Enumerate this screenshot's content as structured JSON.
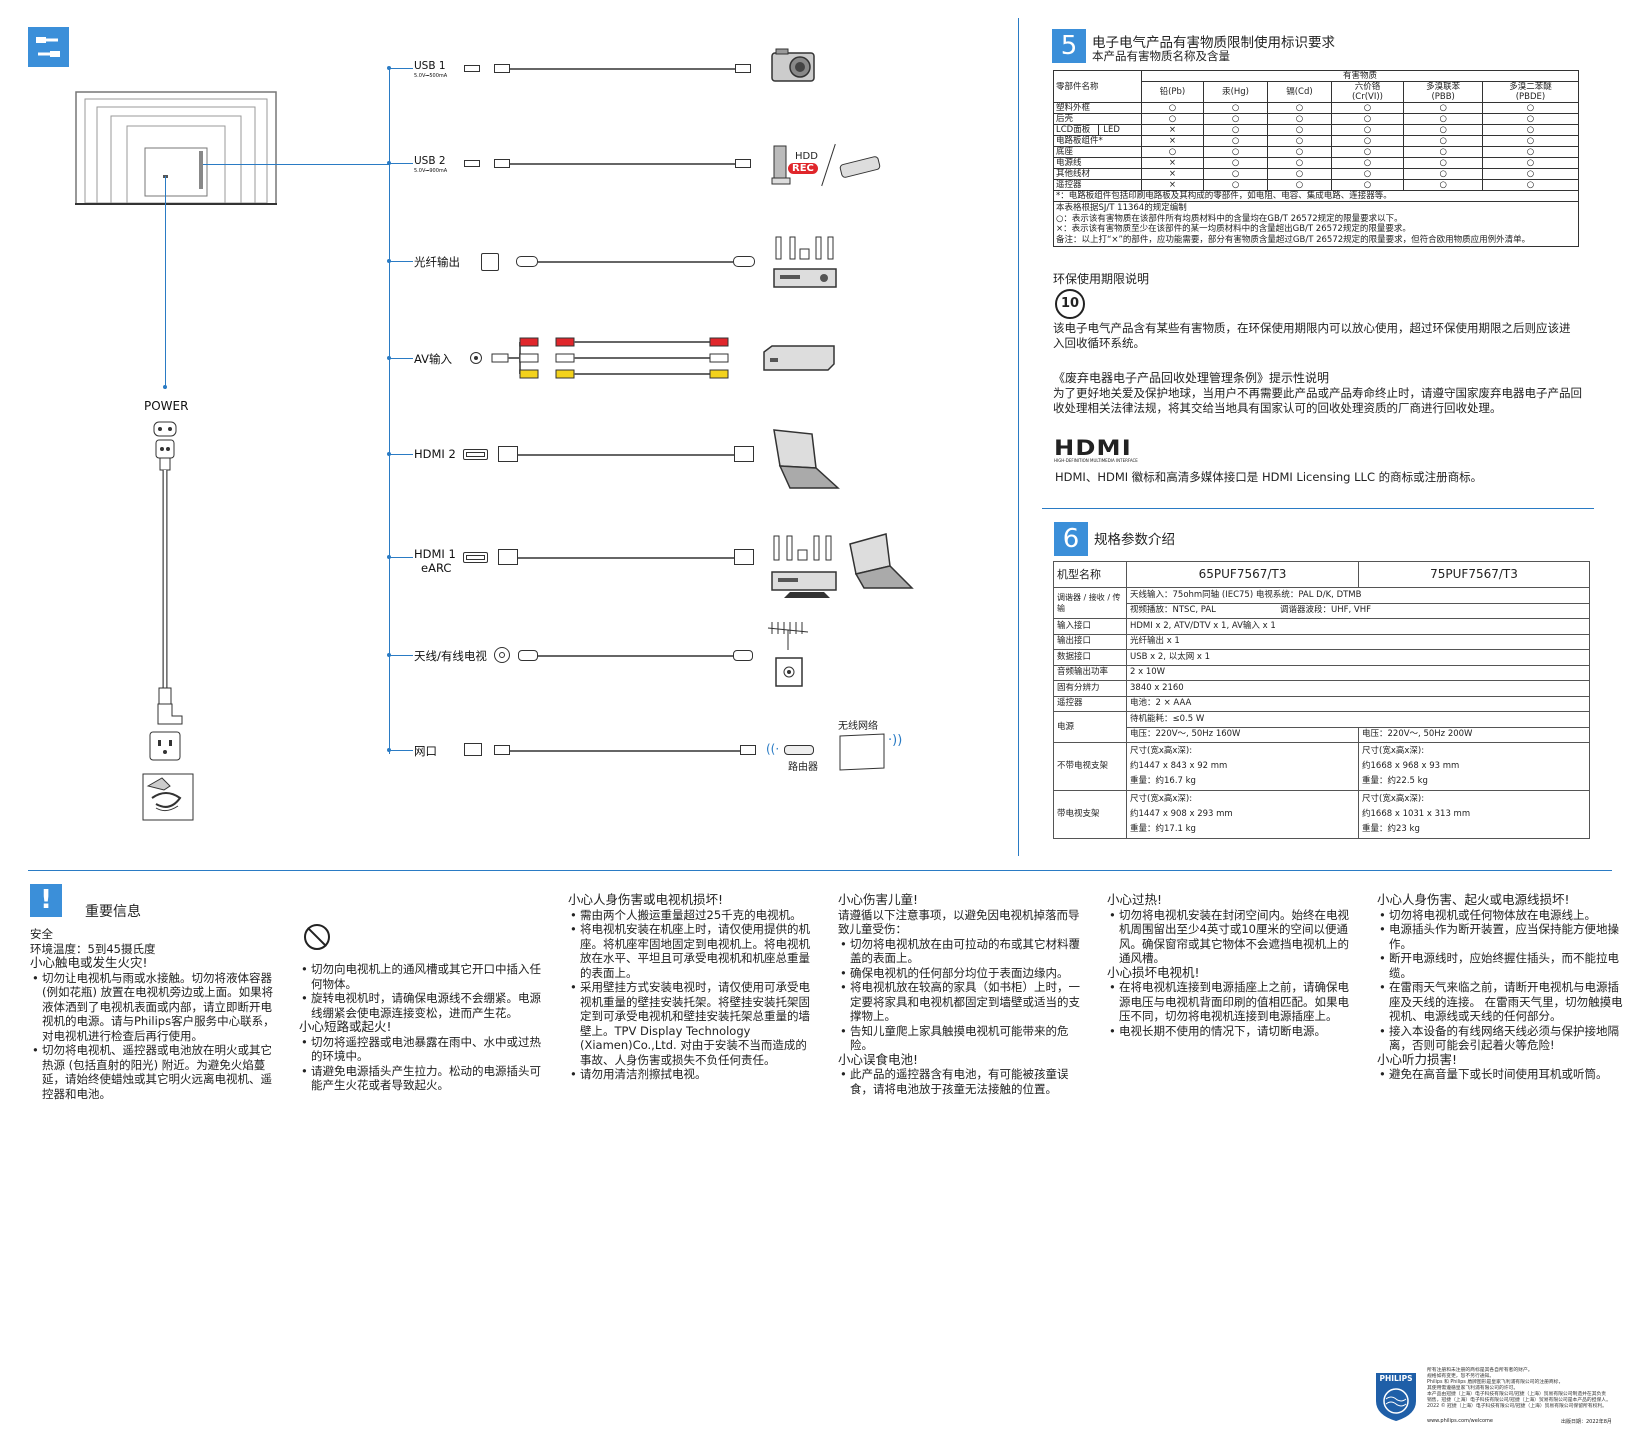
{
  "connections": {
    "power": "POWER",
    "items": [
      {
        "label": "USB 1",
        "sub": "5.0V⎓500mA"
      },
      {
        "label": "USB 2",
        "sub": "5.0V⎓900mA"
      },
      {
        "label": "光纤输出"
      },
      {
        "label": "AV输入"
      },
      {
        "label": "HDMI 2"
      },
      {
        "label": "HDMI 1",
        "label2": "eARC"
      },
      {
        "label": "天线/有线电视"
      },
      {
        "label": "网口"
      }
    ],
    "hdd": "HDD",
    "rec": "REC",
    "wireless": "无线网络",
    "router": "路由器"
  },
  "sec5": {
    "num": "5",
    "title": "电子电气产品有害物质限制使用标识要求",
    "subtitle": "本产品有害物质名称及含量",
    "table": {
      "part_header": "零部件名称",
      "group_header": "有害物质",
      "substances": [
        "铅(Pb)",
        "汞(Hg)",
        "镉(Cd)",
        "六价铬\n(Cr(VI))",
        "多溴联苯\n(PBB)",
        "多溴二苯醚\n(PBDE)"
      ],
      "rows": [
        {
          "name": "塑料外框",
          "v": [
            "○",
            "○",
            "○",
            "○",
            "○",
            "○"
          ]
        },
        {
          "name": "后壳",
          "v": [
            "○",
            "○",
            "○",
            "○",
            "○",
            "○"
          ]
        },
        {
          "name": "LCD面板",
          "name2": "LED",
          "v": [
            "×",
            "○",
            "○",
            "○",
            "○",
            "○"
          ]
        },
        {
          "name": "电路板组件*",
          "v": [
            "×",
            "○",
            "○",
            "○",
            "○",
            "○"
          ]
        },
        {
          "name": "底座",
          "v": [
            "○",
            "○",
            "○",
            "○",
            "○",
            "○"
          ]
        },
        {
          "name": "电源线",
          "v": [
            "×",
            "○",
            "○",
            "○",
            "○",
            "○"
          ]
        },
        {
          "name": "其他线材",
          "v": [
            "×",
            "○",
            "○",
            "○",
            "○",
            "○"
          ]
        },
        {
          "name": "遥控器",
          "v": [
            "×",
            "○",
            "○",
            "○",
            "○",
            "○"
          ]
        }
      ],
      "foot1": "*：电路板组件包括印刷电路板及其构成的零部件，如电阻、电容、集成电路、连接器等。",
      "foot2": "本表格根据SJ/T 11364的规定编制",
      "foot3": "○：表示该有害物质在该部件所有均质材料中的含量均在GB/T 26572规定的限量要求以下。",
      "foot4": "×：表示该有害物质至少在该部件的某一均质材料中的含量超出GB/T 26572规定的限量要求。",
      "foot5": "备注：以上打“×”的部件，应功能需要，部分有害物质含量超过GB/T 26572规定的限量要求，但符合欧用物质应用例外清单。"
    },
    "env_title": "环保使用期限说明",
    "env_mark": "10",
    "env_text": "该电子电气产品含有某些有害物质，在环保使用期限内可以放心使用，超过环保使用期限之后则应该进入回收循环系统。",
    "weee_title": "《废弃电器电子产品回收处理管理条例》提示性说明",
    "weee_text": "为了更好地关爱及保护地球，当用户不再需要此产品或产品寿命终止时，请遵守国家废弃电器电子产品回收处理相关法律法规，将其交给当地具有国家认可的回收处理资质的厂商进行回收处理。",
    "hdmi_logo": "HDMI",
    "hdmi_logo_sub": "HIGH-DEFINITION MULTIMEDIA INTERFACE",
    "hdmi_text": "HDMI、HDMI 徽标和高清多媒体接口是 HDMI Licensing LLC 的商标或注册商标。"
  },
  "sec6": {
    "num": "6",
    "title": "规格参数介绍",
    "model_label": "机型名称",
    "models": [
      "65PUF7567/T3",
      "75PUF7567/T3"
    ],
    "tuner_label": "调谐器 / 接收 / 传输",
    "tuner1": "天线输入：75ohm同轴 (IEC75)   电视系统：PAL D/K, DTMB",
    "tuner2a": "视频播放：NTSC, PAL",
    "tuner2b": "调谐器波段：UHF, VHF",
    "rows": [
      {
        "k": "输入接口",
        "v": "HDMI x 2, ATV/DTV x 1, AV输入 x 1"
      },
      {
        "k": "输出接口",
        "v": "光纤输出 x 1"
      },
      {
        "k": "数据接口",
        "v": "USB x 2, 以太网 x 1"
      },
      {
        "k": "音频输出功率",
        "v": "2 x 10W"
      },
      {
        "k": "固有分辨力",
        "v": "3840 x 2160"
      },
      {
        "k": "遥控器",
        "v": "电池：2 × AAA"
      }
    ],
    "power_label": "电源",
    "standby": "待机能耗：≤0.5 W",
    "power_a": "电压：220V～, 50Hz    160W",
    "power_b": "电压：220V～, 50Hz    200W",
    "nostand_label": "不带电视支架",
    "stand_label": "带电视支架",
    "dim_label": "尺寸(宽x高x深):",
    "nostand_a": "约1447 x 843 x 92 mm",
    "nostand_b": "约1668 x 968 x 93 mm",
    "nostand_wa": "重量：约16.7 kg",
    "nostand_wb": "重量：约22.5 kg",
    "stand_a": "约1447 x 908 x 293 mm",
    "stand_b": "约1668 x 1031 x 313 mm",
    "stand_wa": "重量：约17.1 kg",
    "stand_wb": "重量：约23 kg"
  },
  "safety": {
    "title": "重要信息",
    "c1": [
      {
        "t": "p",
        "s": "安全"
      },
      {
        "t": "p",
        "s": "环境温度：5到45摄氏度"
      },
      {
        "t": "h",
        "s": "小心触电或发生火灾!"
      },
      {
        "t": "li",
        "s": "切勿让电视机与雨或水接触。切勿将液体容器 (例如花瓶) 放置在电视机旁边或上面。如果将液体洒到了电视机表面或内部，请立即断开电视机的电源。请与Philips客户服务中心联系，对电视机进行检查后再行使用。"
      },
      {
        "t": "li",
        "s": "切勿将电视机、遥控器或电池放在明火或其它热源 (包括直射的阳光) 附近。为避免火焰蔓延，请始终使蜡烛或其它明火远离电视机、遥控器和电池。"
      }
    ],
    "c2": [
      {
        "t": "li",
        "s": "切勿向电视机上的通风槽或其它开口中插入任何物体。"
      },
      {
        "t": "li",
        "s": "旋转电视机时，请确保电源线不会绷紧。电源线绷紧会使电源连接变松，进而产生花。"
      },
      {
        "t": "h",
        "s": "小心短路或起火!"
      },
      {
        "t": "li",
        "s": "切勿将遥控器或电池暴露在雨中、水中或过热的环境中。"
      },
      {
        "t": "li",
        "s": "请避免电源插头产生拉力。松动的电源插头可能产生火花或者导致起火。"
      }
    ],
    "c3": [
      {
        "t": "h",
        "s": "小心人身伤害或电视机损坏!"
      },
      {
        "t": "li",
        "s": "需由两个人搬运重量超过25千克的电视机。"
      },
      {
        "t": "li",
        "s": "将电视机安装在机座上时，请仅使用提供的机座。将机座牢固地固定到电视机上。将电视机放在水平、平坦且可承受电视机和机座总重量的表面上。"
      },
      {
        "t": "li",
        "s": "采用壁挂方式安装电视时，请仅使用可承受电视机重量的壁挂安装托架。将壁挂安装托架固定到可承受电视机和壁挂安装托架总重量的墙壁上。TPV Display Technology (Xiamen)Co.,Ltd. 对由于安装不当而造成的事故、人身伤害或损失不负任何责任。"
      },
      {
        "t": "li",
        "s": "请勿用清洁剂擦拭电视。"
      }
    ],
    "c4": [
      {
        "t": "h",
        "s": "小心伤害儿童!"
      },
      {
        "t": "p",
        "s": "请遵循以下注意事项，以避免因电视机掉落而导致儿童受伤："
      },
      {
        "t": "li",
        "s": "切勿将电视机放在由可拉动的布或其它材料覆盖的表面上。"
      },
      {
        "t": "li",
        "s": "确保电视机的任何部分均位于表面边缘内。"
      },
      {
        "t": "li",
        "s": "将电视机放在较高的家具（如书柜）上时，一定要将家具和电视机都固定到墙壁或适当的支撑物上。"
      },
      {
        "t": "li",
        "s": "告知儿童爬上家具触摸电视机可能带来的危险。"
      },
      {
        "t": "h",
        "s": "小心误食电池!"
      },
      {
        "t": "li",
        "s": "此产品的遥控器含有电池，有可能被孩童误食，请将电池放于孩童无法接触的位置。"
      }
    ],
    "c5": [
      {
        "t": "h",
        "s": "小心过热!"
      },
      {
        "t": "li",
        "s": "切勿将电视机安装在封闭空间内。始终在电视机周围留出至少4英寸或10厘米的空间以便通风。确保窗帘或其它物体不会遮挡电视机上的通风槽。"
      },
      {
        "t": "h",
        "s": "小心损坏电视机!"
      },
      {
        "t": "li",
        "s": "在将电视机连接到电源插座上之前，请确保电源电压与电视机背面印刷的值相匹配。如果电压不同，切勿将电视机连接到电源插座上。"
      },
      {
        "t": "li",
        "s": "电视长期不使用的情况下，请切断电源。"
      }
    ],
    "c6": [
      {
        "t": "h",
        "s": "小心人身伤害、起火或电源线损坏!"
      },
      {
        "t": "li",
        "s": "切勿将电视机或任何物体放在电源线上。"
      },
      {
        "t": "li",
        "s": "电源插头作为断开装置，应当保持能方便地操作。"
      },
      {
        "t": "li",
        "s": "断开电源线时，应始终握住插头，而不能拉电缆。"
      },
      {
        "t": "li",
        "s": "在雷雨天气来临之前，请断开电视机与电源插座及天线的连接。 在雷雨天气里，切勿触摸电视机、电源线或天线的任何部分。"
      },
      {
        "t": "li",
        "s": "接入本设备的有线网络天线必须与保护接地隔离，否则可能会引起着火等危险!"
      },
      {
        "t": "h",
        "s": "小心听力损害!"
      },
      {
        "t": "li",
        "s": "避免在高音量下或长时间使用耳机或听筒。"
      }
    ]
  },
  "footer": {
    "brand": "PHILIPS",
    "lines": [
      "所有注册和未注册的商标是其各自所有者的财产。",
      "规格如有变更，恕不另行通知。",
      "Philips 和 Philips 盾牌图形是皇家飞利浦有限公司的注册商标，",
      "其使用需遵循皇家飞利浦有限公司的许可。",
      "本产品由冠捷（上海）电子科技有限公司/冠捷（上海）贸易有限公司制造并在其负责",
      "销售，冠捷（上海）电子科技有限公司/冠捷（上海）贸易有限公司是本产品的担保人。",
      "2022 © 冠捷（上海）电子科技有限公司/冠捷（上海）贸易有限公司保留所有权利。"
    ],
    "url": "www.philips.com/welcome",
    "date": "出版日期：2022年8月"
  }
}
